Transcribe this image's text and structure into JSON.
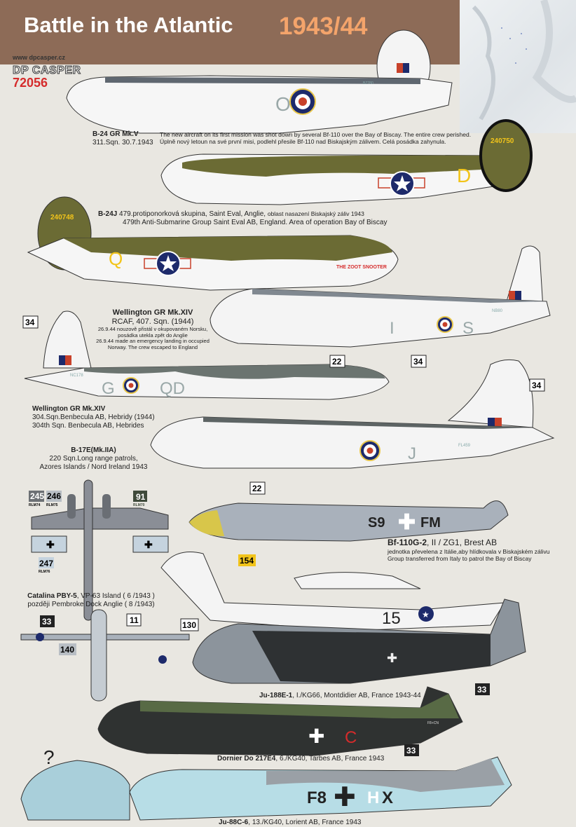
{
  "header": {
    "title": "Battle in the Atlantic",
    "year": "1943/44",
    "website": "www dpcasper.cz",
    "brand": "DP CASPER",
    "kit_number": "72056"
  },
  "colors": {
    "header_bg": "#8d6b57",
    "year": "#f4a46b",
    "kit_number": "#d52b2b",
    "raf_blue": "#1d2a6b",
    "raf_red": "#c8412a",
    "olive": "#6b6b34",
    "yellow": "#f2c41a"
  },
  "aircraft": [
    {
      "name": "B-24 GR Mk.V",
      "unit": "311.Sqn. 30.7.1943",
      "note_en": "The new aircraft on its first mission was shot down by several Bf-110  over the Bay of Biscay. The entire crew perished.",
      "note_cz": "Úplně nový letoun na své první misi, podlehl přesile Bf-110 nad Biskajským zálivem. Celá posádka zahynula.",
      "marking": "O",
      "serial": "BZ780"
    },
    {
      "name": "B-24J",
      "serial": "240750",
      "marking": "D"
    },
    {
      "name": "B-24J",
      "unit_cz": "479.protiponorková skupina, Saint Eval, Anglie,",
      "note_cz": "oblast nasazení Biskajský záliv 1943",
      "unit_en": "479th Anti-Submarine Group Saint Eval AB, England. Area of operation Bay of Biscay",
      "serial": "240748",
      "marking": "Q",
      "nose_art": "THE ZOOT SNOOTER"
    },
    {
      "name": "Wellington GR Mk.XIV",
      "unit": "RCAF, 407. Sqn. (1944)",
      "note_cz1": "26.9.44 nouzově přistál v okupovaném Norsku,",
      "note_cz2": "posádka utekla zpět do Anglie",
      "note_en1": "26.9.44 made an emergency landing in occupied",
      "note_en2": "Norway. The crew escaped to England",
      "code_left": "I",
      "code_right": "S",
      "serial": "NB80"
    },
    {
      "name": "Wellington GR Mk.XIV",
      "unit_cz": "304.Sqn.Benbecula AB, Hebridy (1944)",
      "unit_en": "304th Sqn. Benbecula AB, Hebrides",
      "code_left": "G",
      "code_right": "QD",
      "serial": "NC178"
    },
    {
      "name": "B-17E(Mk.IIA)",
      "unit1": "220 Sqn.Long range patrols,",
      "unit2": "Azores Islands / Nord Ireland 1943",
      "marking": "J",
      "serial": "FL459"
    },
    {
      "name": "Bf-110G-2",
      "unit": "II / ZG1, Brest AB",
      "note_cz": "jednotka převelena z Itálie,aby hlídkovala v Biskajském zálivu",
      "note_en": "Group transferred from Italy to patrol the Bay of Biscay",
      "code": "S9",
      "code2": "FM"
    },
    {
      "name": "Catalina PBY-5",
      "unit1": "VP-63 Island ( 6 /1943  )",
      "unit2": "později Pembroke Dock  Anglie ( 8 /1943)",
      "marking": "15"
    },
    {
      "name": "Ju-188E-1",
      "unit": "I./KG66, Montdidier AB, France 1943-44"
    },
    {
      "name": "Dornier Do 217E4",
      "unit": "6./KG40, Tarbes AB, France 1943",
      "code": "F8+CN",
      "letter": "C"
    },
    {
      "name": "Ju-88C-6",
      "unit": "13./KG40, Lorient AB, France 1943",
      "code1": "F8",
      "code2": "H",
      "code3": "X"
    }
  ],
  "colour_callouts": [
    {
      "num": "245",
      "rlm": "RLM74"
    },
    {
      "num": "246",
      "rlm": "RLM75"
    },
    {
      "num": "91",
      "rlm": "RLM70"
    },
    {
      "num": "247",
      "rlm": "RLM76"
    }
  ],
  "decal_numbers": {
    "n34": "34",
    "n22": "22",
    "n154": "154",
    "n130": "130",
    "n33": "33",
    "n11": "11",
    "n140": "140"
  },
  "question_mark": "?"
}
